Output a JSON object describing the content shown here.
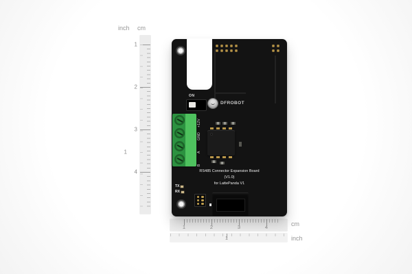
{
  "rulers": {
    "vertical": {
      "inch_label": "inch",
      "cm_label": "cm",
      "cm_numbers": [
        "1",
        "2",
        "3",
        "4"
      ],
      "inch_numbers": [
        "1"
      ]
    },
    "horizontal": {
      "cm_label": "cm",
      "inch_label": "inch",
      "cm_numbers": [
        "1",
        "2",
        "3",
        "4"
      ],
      "inch_numbers": [
        "1"
      ]
    }
  },
  "board": {
    "brand": "DFROBOT",
    "switch": {
      "label": "ON"
    },
    "terminal_labels": [
      "+12V",
      "GND",
      "A",
      "B"
    ],
    "silkscreen": {
      "line1": "RS485 Connector Expansion Board",
      "line2": "(V1.0)",
      "line3": "for LattePanda V1"
    },
    "leds": {
      "tx": "TX",
      "rx": "RX"
    },
    "colors": {
      "pcb": "#131313",
      "terminal_green": "#3fae4c",
      "pad_gold": "#c3a14e",
      "silkscreen_white": "#ededed"
    }
  }
}
